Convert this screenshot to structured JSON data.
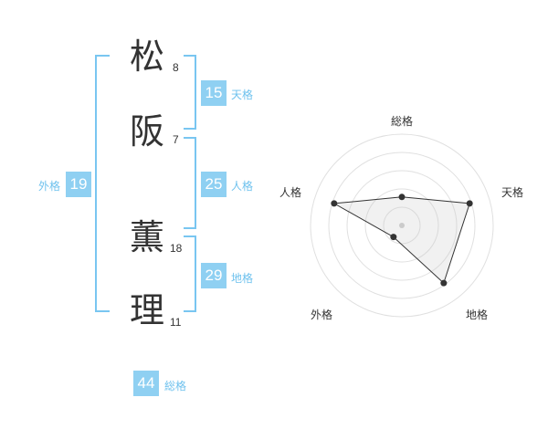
{
  "name": {
    "chars": [
      {
        "char": "松",
        "strokes": "8"
      },
      {
        "char": "阪",
        "strokes": "7"
      },
      {
        "char": "薫",
        "strokes": "18"
      },
      {
        "char": "理",
        "strokes": "11"
      }
    ]
  },
  "fortune": {
    "tenkaku": {
      "value": "15",
      "label": "天格"
    },
    "jinkaku": {
      "value": "25",
      "label": "人格"
    },
    "chikaku": {
      "value": "29",
      "label": "地格"
    },
    "gaikaku": {
      "value": "19",
      "label": "外格"
    },
    "soukaku": {
      "value": "44",
      "label": "総格"
    }
  },
  "colors": {
    "accent": "#8fd0f2",
    "bracket": "#79c6f1",
    "text": "#333333"
  },
  "chart_data": {
    "type": "radar",
    "axes": [
      "総格",
      "天格",
      "地格",
      "外格",
      "人格"
    ],
    "values": [
      0.4,
      1.0,
      1.0,
      0.2,
      1.0
    ],
    "rings": 5
  }
}
